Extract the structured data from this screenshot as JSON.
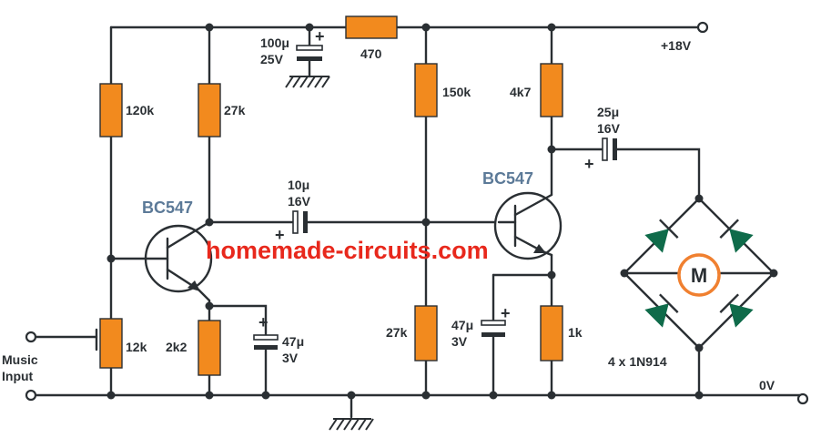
{
  "labels": {
    "supply": "+18V",
    "zero": "0V",
    "music_line1": "Music",
    "music_line2": "Input",
    "watermark": "homemade-circuits.com",
    "diodes": "4 x 1N914",
    "motor": "M"
  },
  "transistors": {
    "q1": "BC547",
    "q2": "BC547"
  },
  "resistors": {
    "r120k": "120k",
    "r27k_top": "27k",
    "r470": "470",
    "r150k": "150k",
    "r4k7": "4k7",
    "r12k": "12k",
    "r2k2": "2k2",
    "r27k_bot": "27k",
    "r1k": "1k"
  },
  "capacitors": {
    "c100": {
      "value": "100μ",
      "voltage": "25V"
    },
    "c10": {
      "value": "10μ",
      "voltage": "16V"
    },
    "c25": {
      "value": "25μ",
      "voltage": "16V"
    },
    "c47a": {
      "value": "47μ",
      "voltage": "3V"
    },
    "c47b": {
      "value": "47μ",
      "voltage": "3V"
    },
    "polarity": "+"
  },
  "colors": {
    "resistor": "#f28a1e",
    "wire": "#2a2f33",
    "diode": "#0f6b4a",
    "transistor_label": "#5c7a98",
    "watermark": "#e8281c",
    "motor_ring": "#f08030"
  }
}
